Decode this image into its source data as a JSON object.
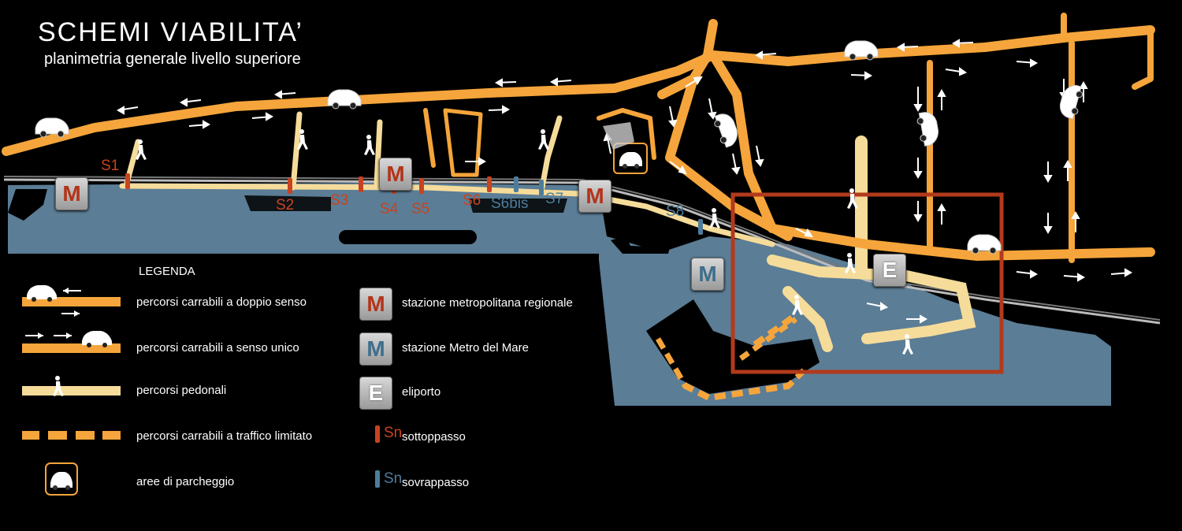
{
  "header": {
    "title": "SCHEMI VIABILITA’",
    "subtitle": "planimetria generale livello superiore"
  },
  "legend": {
    "title": "LEGENDA",
    "items": [
      {
        "label": "percorsi carrabili a doppio senso",
        "icon": "two-way-road-icon"
      },
      {
        "label": "percorsi carrabili a  senso  unico",
        "icon": "one-way-road-icon"
      },
      {
        "label": "percorsi pedonali",
        "icon": "pedestrian-path-icon"
      },
      {
        "label": "percorsi carrabili a traffico limitato",
        "icon": "limited-traffic-road-icon"
      },
      {
        "label": "aree di parcheggio",
        "icon": "parking-icon"
      },
      {
        "label": "stazione metropolitana regionale",
        "icon": "regional-metro-station-icon"
      },
      {
        "label": "stazione Metro del Mare",
        "icon": "sea-metro-station-icon"
      },
      {
        "label": "eliporto",
        "icon": "heliport-icon"
      },
      {
        "label": "sottoppasso",
        "icon": "underpass-icon"
      },
      {
        "label": "sovrappasso",
        "icon": "overpass-icon"
      }
    ],
    "station_letters": {
      "regional": "M",
      "sea": "M",
      "heliport": "E",
      "underpass": "Sn",
      "overpass": "Sn"
    }
  },
  "map": {
    "stations_regional": [
      "M",
      "M",
      "M"
    ],
    "station_sea": "M",
    "heliport": "E",
    "underpasses": [
      "S1",
      "S2",
      "S3",
      "S4",
      "S5",
      "S6"
    ],
    "overpasses": [
      "S6bis",
      "S7",
      "S8"
    ]
  },
  "colors": {
    "road": "#f5a53b",
    "pedestrian": "#f6dc9a",
    "sea": "#5b7d96",
    "underpass": "#c8431f",
    "overpass": "#4e7d9c",
    "focus_frame": "#b23a1c",
    "background": "#000000"
  }
}
